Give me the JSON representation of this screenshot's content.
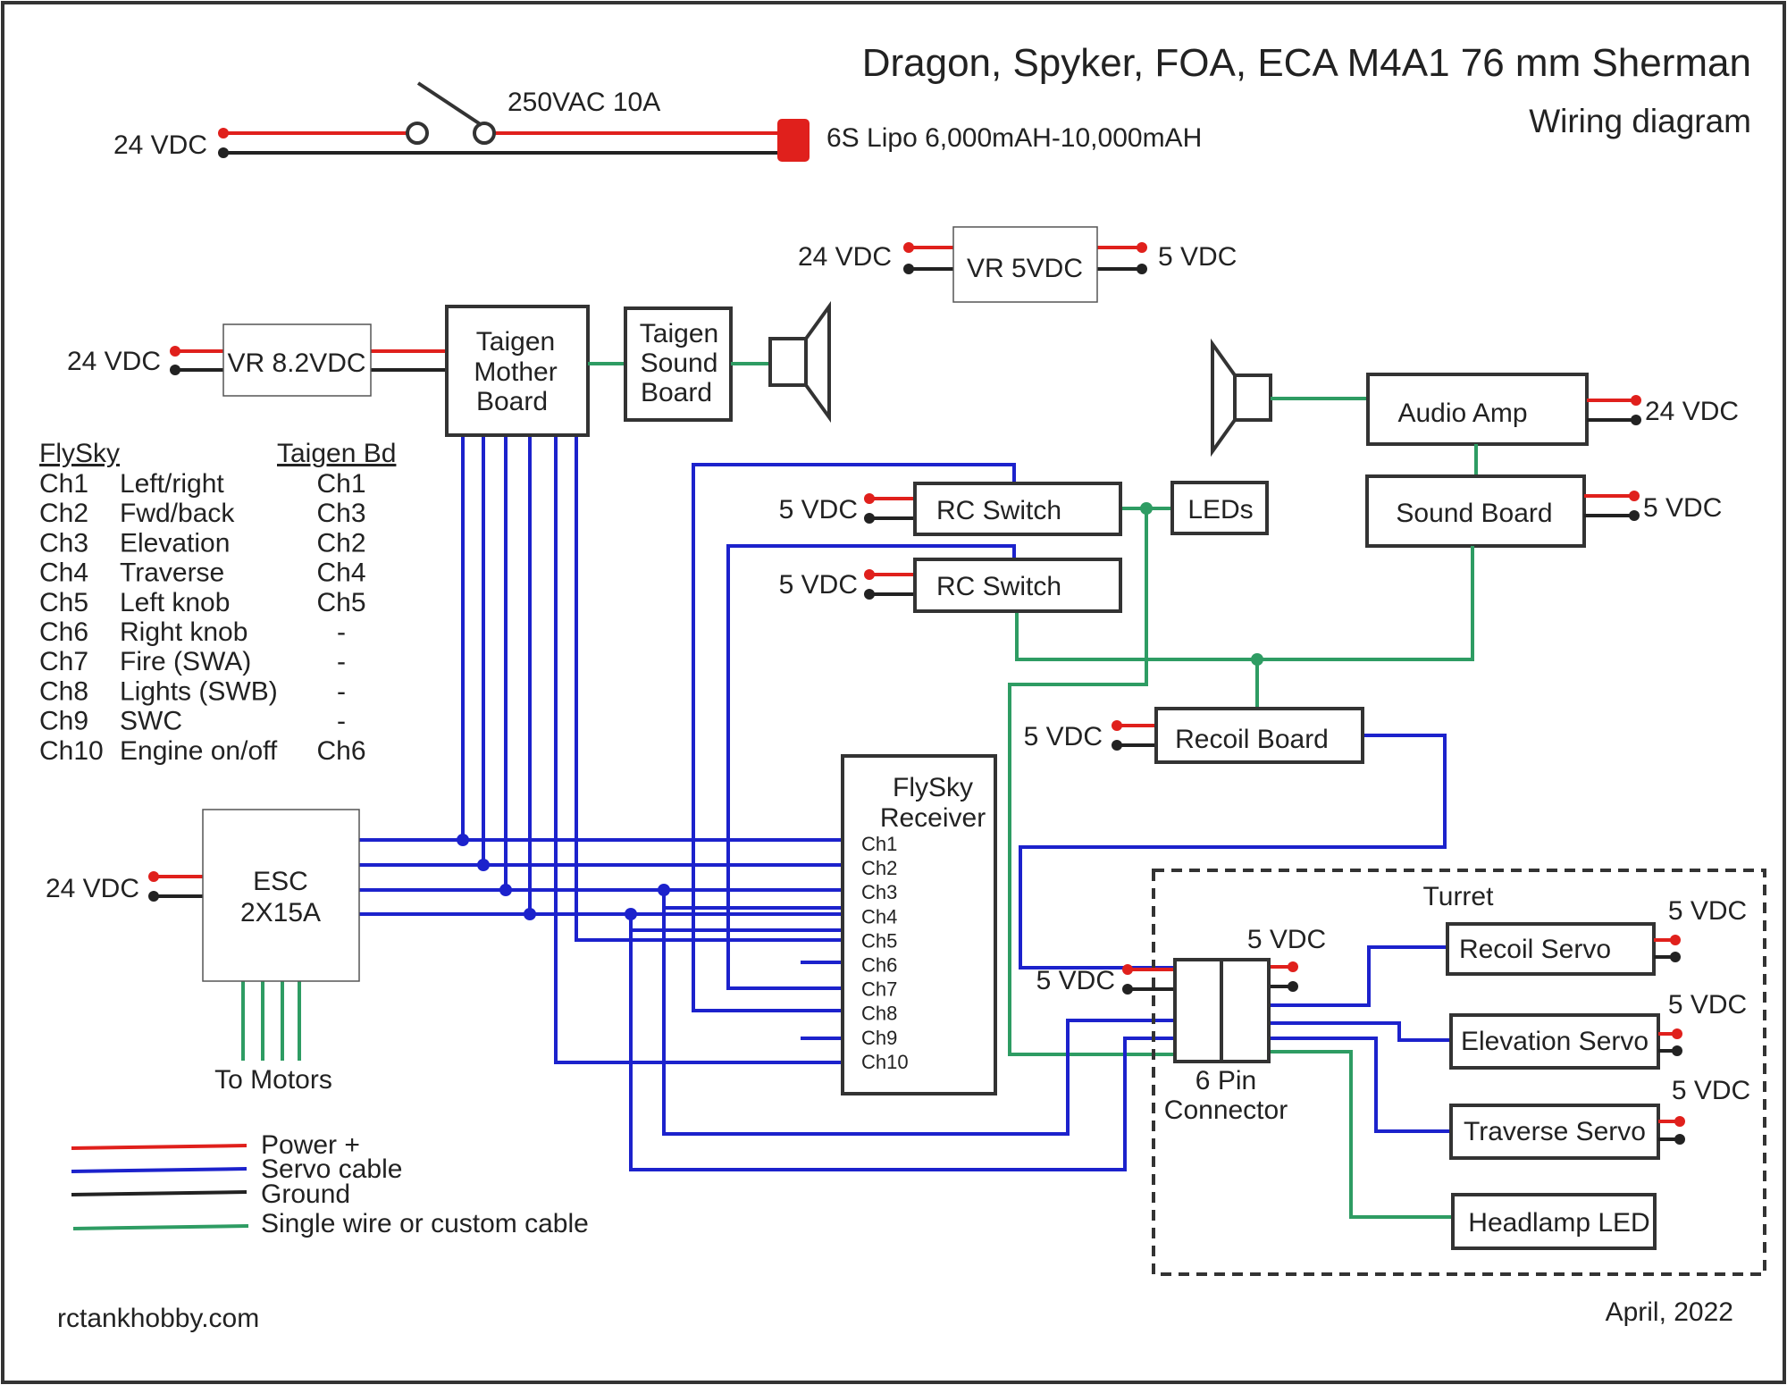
{
  "title": "Dragon, Spyker, FOA, ECA M4A1 76 mm Sherman",
  "subtitle": "Wiring diagram",
  "footer": {
    "website": "rctankhobby.com",
    "date": "April, 2022"
  },
  "battery": {
    "voltage": "24 VDC",
    "switch_rating": "250VAC 10A",
    "pack": "6S Lipo 6,000mAH-10,000mAH"
  },
  "components": {
    "vr_5v": "VR 5VDC",
    "vr_8v": "VR 8.2VDC",
    "mother_board": [
      "Taigen",
      "Mother",
      "Board"
    ],
    "sound_board_taigen": [
      "Taigen",
      "Sound",
      "Board"
    ],
    "audio_amp": "Audio Amp",
    "sound_board": "Sound Board",
    "rc_switch_1": "RC Switch",
    "rc_switch_2": "RC Switch",
    "leds": "LEDs",
    "recoil_board": "Recoil Board",
    "receiver": [
      "FlySky",
      "Receiver"
    ],
    "receiver_channels": [
      "Ch1",
      "Ch2",
      "Ch3",
      "Ch4",
      "Ch5",
      "Ch6",
      "Ch7",
      "Ch8",
      "Ch9",
      "Ch10"
    ],
    "esc": [
      "ESC",
      "2X15A"
    ],
    "to_motors": "To Motors",
    "turret": "Turret",
    "connector": [
      "6 Pin",
      "Connector"
    ],
    "recoil_servo": "Recoil Servo",
    "elevation_servo": "Elevation Servo",
    "traverse_servo": "Traverse Servo",
    "headlamp_led": "Headlamp LED"
  },
  "voltages": {
    "v24": "24 VDC",
    "v5": "5 VDC"
  },
  "channel_table": {
    "headers": [
      "FlySky",
      "Taigen Bd"
    ],
    "rows": [
      {
        "ch": "Ch1",
        "function": "Left/right",
        "taigen": "Ch1"
      },
      {
        "ch": "Ch2",
        "function": "Fwd/back",
        "taigen": "Ch3"
      },
      {
        "ch": "Ch3",
        "function": "Elevation",
        "taigen": "Ch2"
      },
      {
        "ch": "Ch4",
        "function": "Traverse",
        "taigen": "Ch4"
      },
      {
        "ch": "Ch5",
        "function": "Left knob",
        "taigen": "Ch5"
      },
      {
        "ch": "Ch6",
        "function": "Right knob",
        "taigen": "-"
      },
      {
        "ch": "Ch7",
        "function": "Fire (SWA)",
        "taigen": "-"
      },
      {
        "ch": "Ch8",
        "function": "Lights (SWB)",
        "taigen": "-"
      },
      {
        "ch": "Ch9",
        "function": "SWC",
        "taigen": "-"
      },
      {
        "ch": "Ch10",
        "function": "Engine on/off",
        "taigen": "Ch6"
      }
    ]
  },
  "legend": [
    {
      "label": "Power +",
      "color": "#e0201c"
    },
    {
      "label": "Servo cable",
      "color": "#1c22cc"
    },
    {
      "label": "Ground",
      "color": "#222222"
    },
    {
      "label": "Single wire or custom cable",
      "color": "#2e9c63"
    }
  ]
}
